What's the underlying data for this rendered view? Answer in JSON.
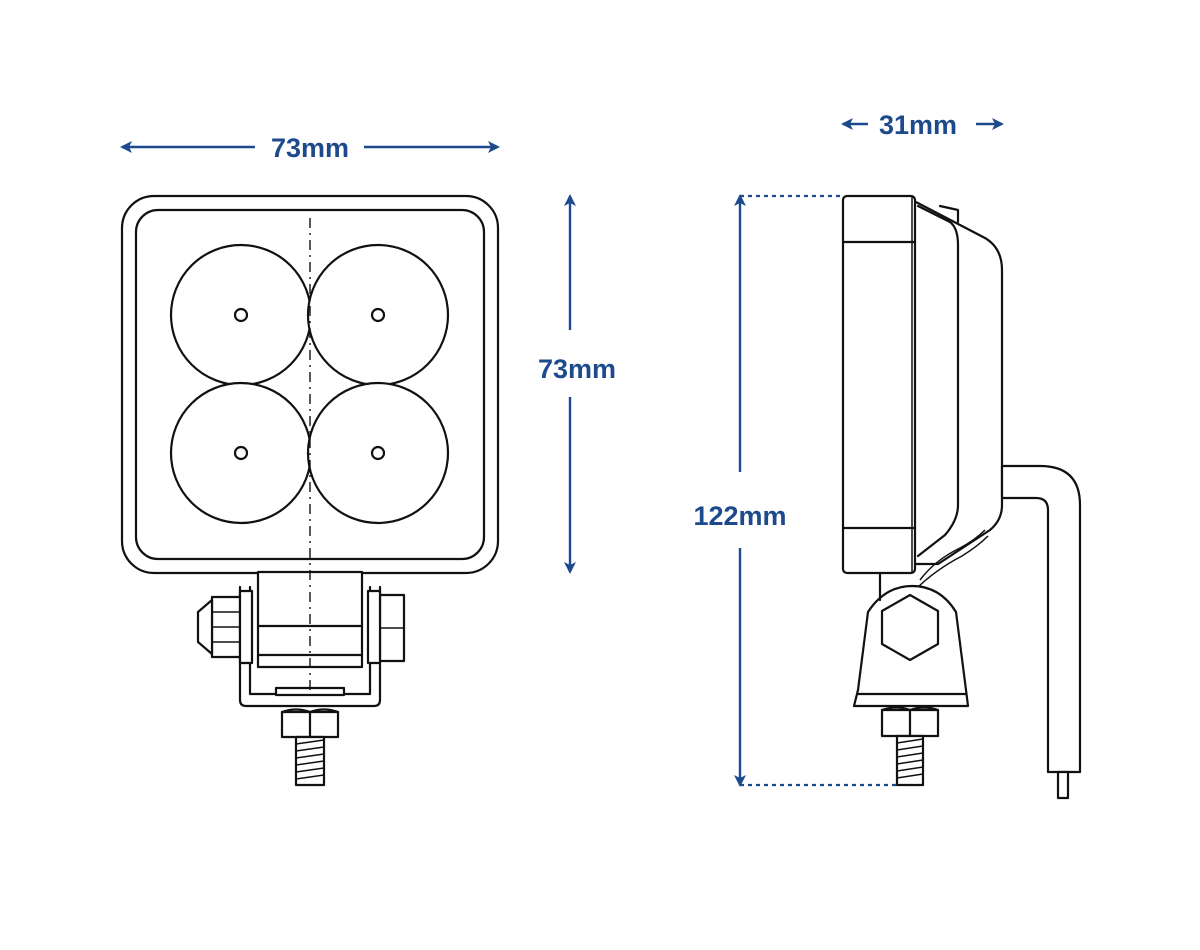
{
  "dimensions": {
    "front_width": "73mm",
    "front_height": "73mm",
    "side_depth": "31mm",
    "overall_height": "122mm"
  },
  "colors": {
    "dimension": "#1d4a8c",
    "line": "#111111",
    "background": "#ffffff"
  }
}
